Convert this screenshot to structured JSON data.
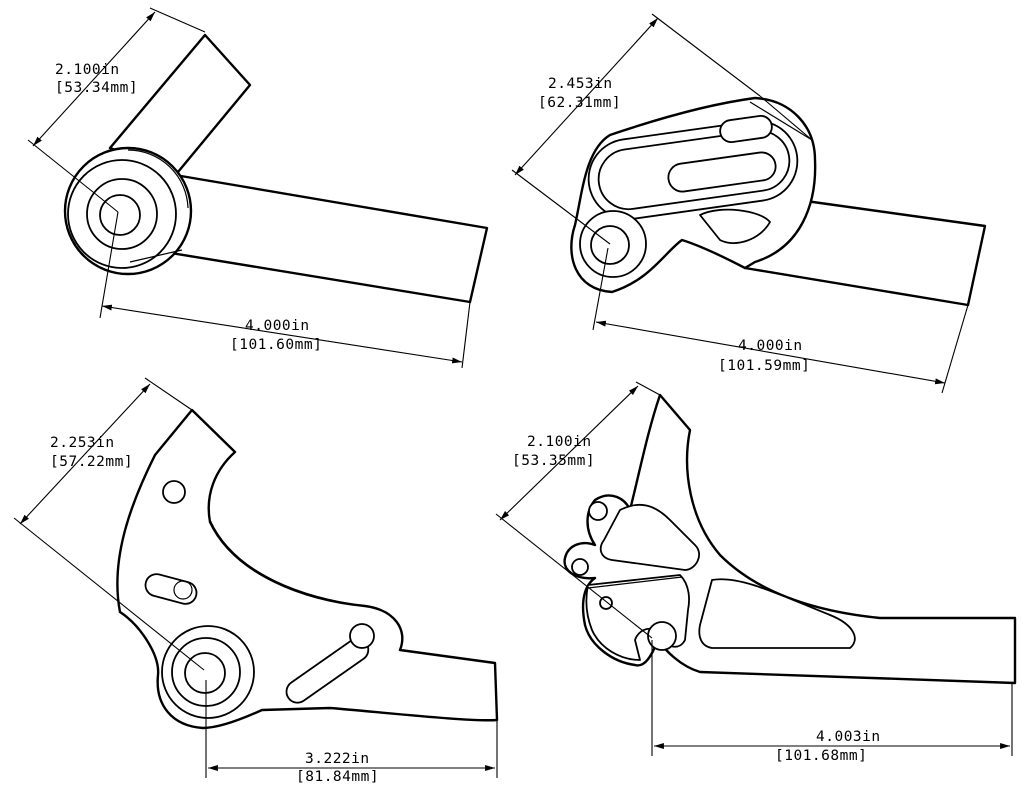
{
  "colors": {
    "ink": "#000000",
    "paper": "#ffffff"
  },
  "views": [
    {
      "id": "top-left",
      "dimensions": {
        "diagonal": {
          "in": "2.100in",
          "mm": "[53.34mm]"
        },
        "horizontal": {
          "in": "4.000in",
          "mm": "[101.60mm]"
        }
      }
    },
    {
      "id": "top-right",
      "dimensions": {
        "diagonal": {
          "in": "2.453in",
          "mm": "[62.31mm]"
        },
        "horizontal": {
          "in": "4.000in",
          "mm": "[101.59mm]"
        }
      }
    },
    {
      "id": "bottom-left",
      "dimensions": {
        "diagonal": {
          "in": "2.253in",
          "mm": "[57.22mm]"
        },
        "horizontal": {
          "in": "3.222in",
          "mm": "[81.84mm]"
        }
      }
    },
    {
      "id": "bottom-right",
      "dimensions": {
        "diagonal": {
          "in": "2.100in",
          "mm": "[53.35mm]"
        },
        "horizontal": {
          "in": "4.003in",
          "mm": "[101.68mm]"
        }
      }
    }
  ]
}
